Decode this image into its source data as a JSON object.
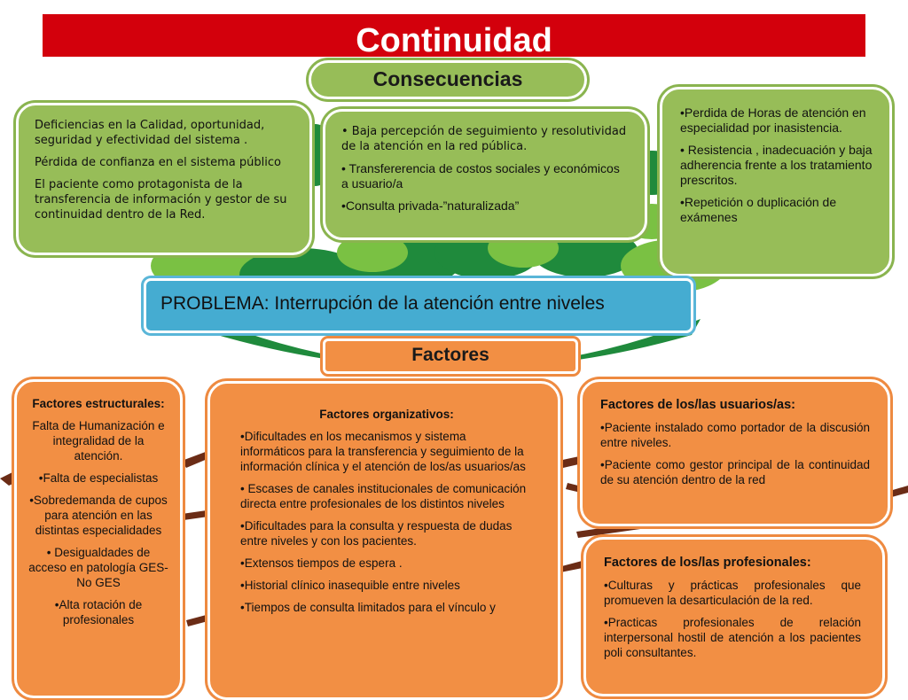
{
  "title": "Continuidad",
  "consecuencias_header": "Consecuencias",
  "consecuencias": {
    "left": [
      "Deficiencias en la Calidad, oportunidad, seguridad y efectividad del sistema .",
      "Pérdida de confianza en el sistema público",
      "El paciente como protagonista de la transferencia de información y gestor de su continuidad dentro de la Red."
    ],
    "middle": [
      "• Baja percepción de seguimiento y resolutividad de la atención en la red pública.",
      "• Transfererencia de costos sociales y económicos a usuario/a",
      "•Consulta privada-”naturalizada”"
    ],
    "right": [
      "•Perdida de Horas de atención en especialidad por inasistencia.",
      "• Resistencia , inadecuación y baja adherencia  frente a los tratamiento prescritos.",
      "•Repetición o duplicación de exámenes"
    ]
  },
  "problema": "PROBLEMA: Interrupción de la atención entre niveles",
  "factores_header": "Factores",
  "factores": {
    "estructurales": {
      "heading": "Factores estructurales:",
      "items": [
        "Falta de Humanización e integralidad de la atención.",
        "•Falta de especialistas",
        "•Sobredemanda de cupos para atención en las distintas especialidades",
        "• Desigualdades  de acceso en patología GES- No GES",
        "•Alta rotación de profesionales"
      ]
    },
    "organizativos": {
      "heading": "Factores organizativos:",
      "items": [
        "•Dificultades en los mecanismos y sistema informáticos para la transferencia y seguimiento de la información clínica y el atención  de los/as usuarios/as",
        "• Escases de canales institucionales de comunicación directa entre profesionales de los distintos niveles",
        "•Dificultades para la consulta y respuesta de dudas entre niveles y con los pacientes.",
        "•Extensos tiempos de espera .",
        "•Historial clínico inasequible entre niveles",
        "•Tiempos de consulta limitados para el vínculo y"
      ]
    },
    "usuarios": {
      "heading": "Factores de los/las usuarios/as:",
      "items": [
        "•Paciente instalado como portador de la discusión entre niveles.",
        "•Paciente como gestor principal de la continuidad de su atención dentro de la red"
      ]
    },
    "profesionales": {
      "heading": "Factores de los/las profesionales:",
      "items": [
        "•Culturas y prácticas profesionales que promueven la desarticulación de la red.",
        "•Practicas profesionales de relación interpersonal hostil de atención a los pacientes  poli consultantes."
      ]
    }
  },
  "colors": {
    "title_bg": "#d3000c",
    "green": "#97bd58",
    "orange": "#f28f44",
    "blue": "#45acd1",
    "leaf_dark": "#1f8a3c",
    "leaf_light": "#7ac143",
    "trunk": "#6b2c16"
  }
}
